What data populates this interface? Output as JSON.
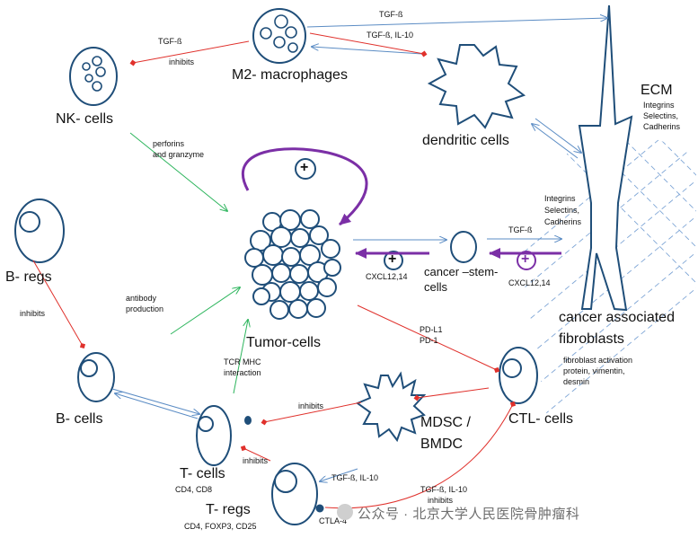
{
  "cells": {
    "nk": "NK- cells",
    "m2": "M2- macrophages",
    "dendritic": "dendritic cells",
    "ecm": "ECM",
    "b_regs": "B- regs",
    "b_cells": "B- cells",
    "tumor": "Tumor-cells",
    "cancer_stem": [
      "cancer –stem-",
      "cells"
    ],
    "caf": [
      "cancer associated",
      "fibroblasts"
    ],
    "mdsc": [
      "MDSC /",
      "BMDC"
    ],
    "ctl": "CTL- cells",
    "t_cells": "T- cells",
    "t_regs": "T- regs"
  },
  "labels": {
    "tgf_top": "TGF-ß",
    "tgf_il10_top": "TGF-ß, IL-10",
    "nk_tgf": "TGF-ß",
    "nk_inhibits": "inhibits",
    "ecm_molecules": [
      "Integrins",
      "Selectins,",
      "Cadherins"
    ],
    "perforins": [
      "perforins",
      "and granzyme"
    ],
    "caf_molecules": [
      "Integrins",
      "Selectins,",
      "Cadherins"
    ],
    "caf_tgf": "TGF-ß",
    "cxcl_left": "CXCL12,14",
    "cxcl_right": "CXCL12,14",
    "b_regs_inhibits": "inhibits",
    "antibody": [
      "antibody",
      "production"
    ],
    "pd": [
      "PD-L1",
      "PD-1"
    ],
    "caf_markers": [
      "fibroblast activation",
      "protein, vimentin,",
      "desmin"
    ],
    "tcr": [
      "TCR MHC",
      "interaction"
    ],
    "mdsc_inhibits": "inhibits",
    "treg_inhibits": "inhibits",
    "t_cells_markers": "CD4, CD8",
    "treg_tgf": "TGF-ß, IL-10",
    "ctl_tgf": [
      "TGF-ß, IL-10",
      "inhibits"
    ],
    "ctla4": "CTLA-4",
    "t_regs_markers": "CD4, FOXP3, CD25",
    "plus": "+"
  },
  "watermark": "公众号 · 北京大学人民医院骨肿瘤科",
  "colors": {
    "cell_outline": "#1f4e79",
    "blue_arrow": "#5b8cc4",
    "red_inhibit": "#e0312c",
    "green_promote": "#2db55d",
    "purple_loop": "#7b2fa6"
  }
}
